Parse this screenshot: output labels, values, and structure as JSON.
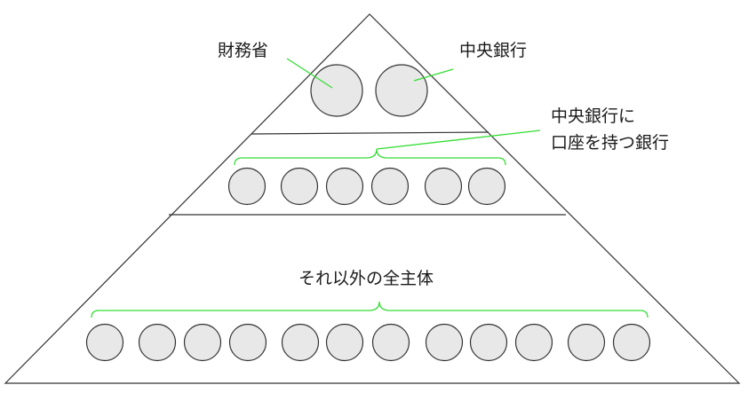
{
  "labels": {
    "top_left": "財務省",
    "top_right": "中央銀行",
    "middle_line1": "中央銀行に",
    "middle_line2": "口座を持つ銀行",
    "bottom": "それ以外の全主体"
  },
  "counts": {
    "top_entities": 2,
    "middle_entities": 6,
    "bottom_entities": 12
  },
  "colors": {
    "entity_fill": "#e8e8e8",
    "outline": "#333333",
    "annotation": "#33dd33"
  }
}
